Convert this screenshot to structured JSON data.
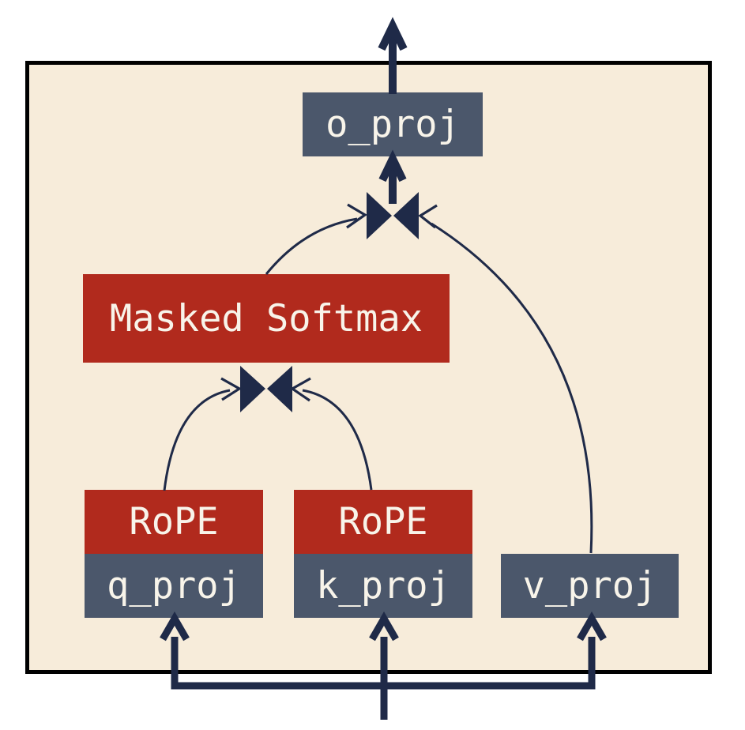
{
  "nodes": {
    "o_proj": {
      "label": "o_proj"
    },
    "masked_softmax": {
      "label": "Masked Softmax"
    },
    "rope_q": {
      "label": "RoPE"
    },
    "q_proj": {
      "label": "q_proj"
    },
    "rope_k": {
      "label": "RoPE"
    },
    "k_proj": {
      "label": "k_proj"
    },
    "v_proj": {
      "label": "v_proj"
    }
  },
  "icons": {
    "matmul_top": "matmul-bowtie",
    "matmul_mid": "matmul-bowtie"
  },
  "colors": {
    "canvas_background": "#ffffff",
    "panel_fill": "#f7ecda",
    "panel_border": "#000000",
    "projection_node_fill": "#4b576b",
    "operation_node_fill": "#b12a1d",
    "arrow": "#1f2a48",
    "node_text": "#f8f4ea"
  }
}
